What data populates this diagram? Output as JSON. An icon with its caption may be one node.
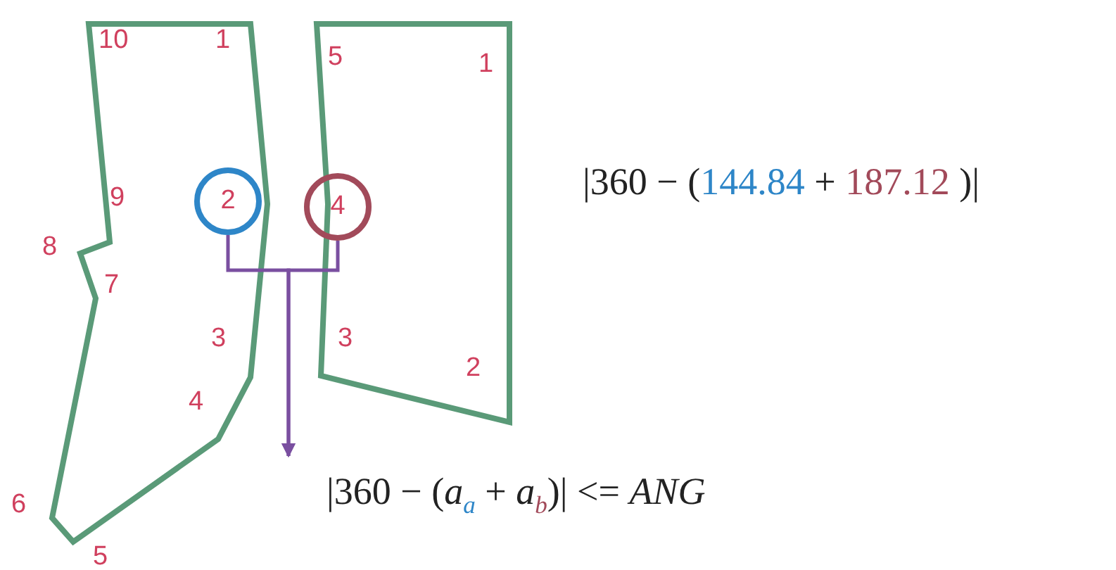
{
  "diagram": {
    "nodes": [
      {
        "text": [
          "2"
        ]
      },
      {
        "text": [
          "4"
        ]
      },
      {
        "text": [
          "|360 − (*a*$_{a}$ + *a*$_{b}$)| <= *ANG*"
        ]
      }
    ],
    "edges": [
      {
        "from": 0,
        "to": 2,
        "arrow": "to"
      },
      {
        "from": 1,
        "to": 2,
        "arrow": "to"
      }
    ],
    "labels": [
      "10",
      "1",
      "9",
      "8",
      "7",
      "3",
      "4",
      "6",
      "5",
      "5",
      "1",
      "3",
      "2",
      "|360 − (144.84 + 187.12 )|"
    ]
  }
}
